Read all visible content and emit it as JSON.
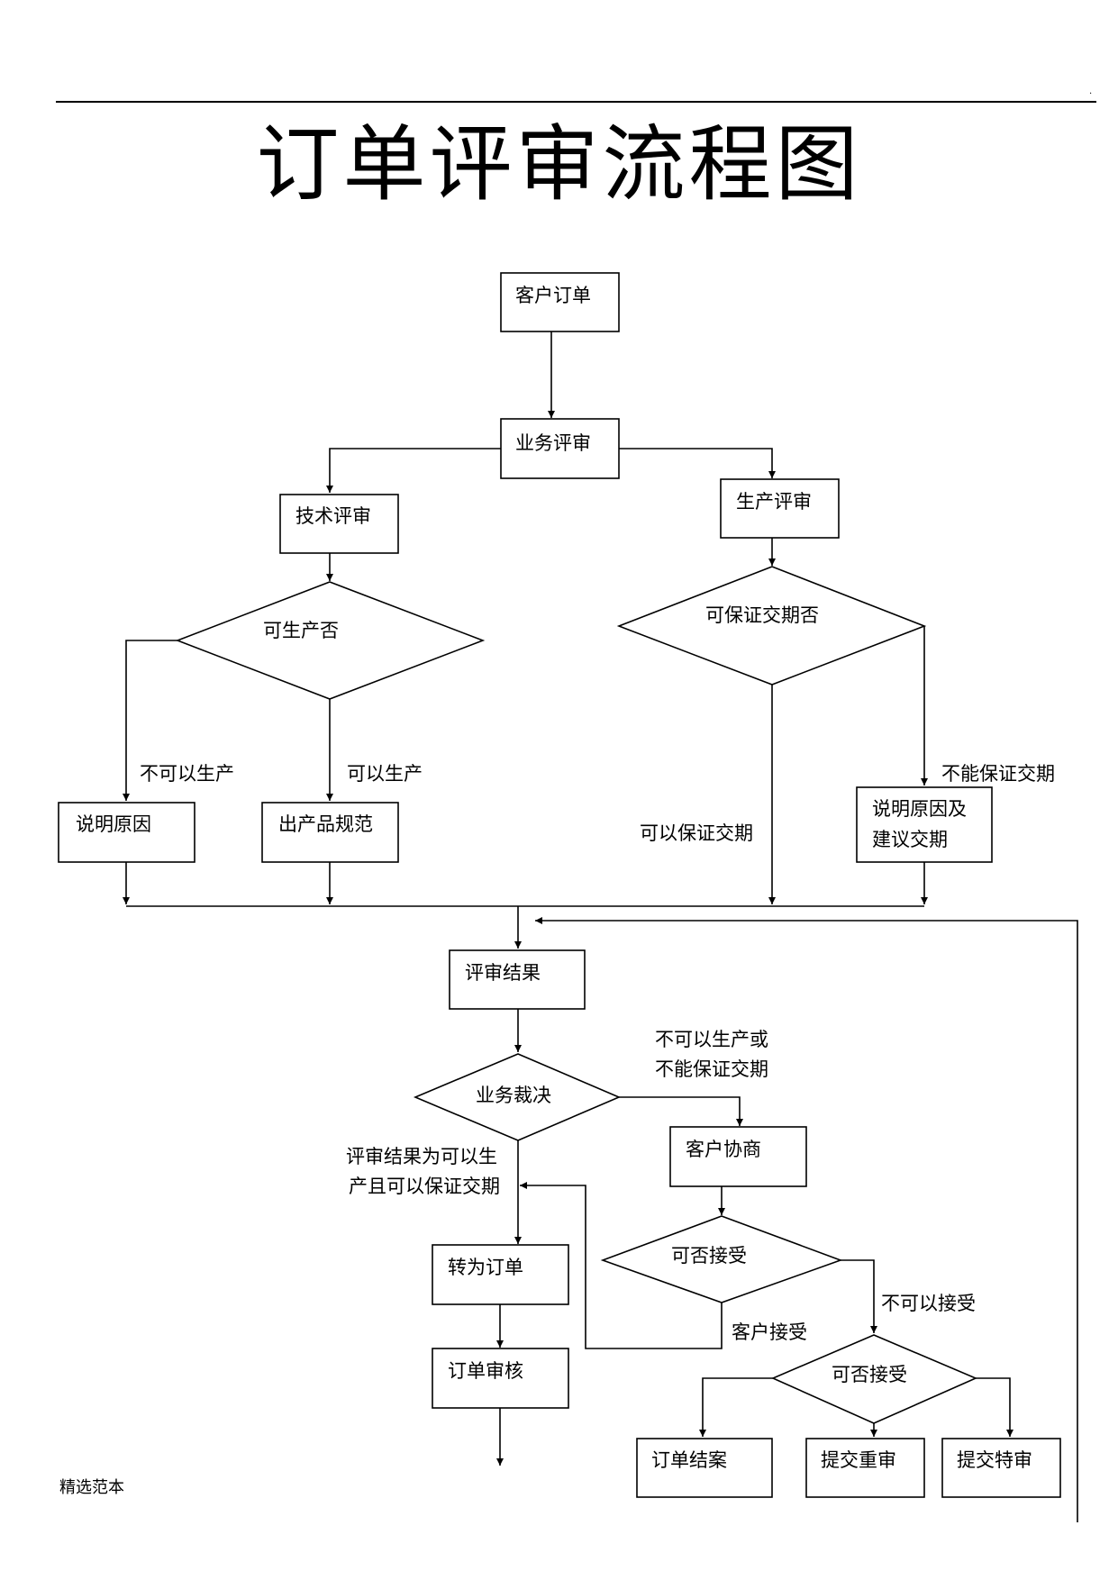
{
  "page": {
    "title": "订单评审流程图",
    "corner_mark": ".",
    "footer": "精选范本"
  },
  "nodes": {
    "customer_order": "客户订单",
    "business_review": "业务评审",
    "tech_review": "技术评审",
    "production_review": "生产评审",
    "can_produce": "可生产否",
    "can_guarantee_date": "可保证交期否",
    "explain_reason": "说明原因",
    "product_spec": "出产品规范",
    "explain_reason_suggest_line1": "说明原因及",
    "explain_reason_suggest_line2": "建议交期",
    "review_result": "评审结果",
    "business_decision": "业务裁决",
    "customer_negotiation": "客户协商",
    "acceptable_1": "可否接受",
    "convert_to_order": "转为订单",
    "order_audit": "订单审核",
    "acceptable_2": "可否接受",
    "order_closed": "订单结案",
    "submit_re_review": "提交重审",
    "submit_special_review": "提交特审"
  },
  "edge_labels": {
    "cannot_produce": "不可以生产",
    "can_produce_yes": "可以生产",
    "cannot_guarantee": "不能保证交期",
    "can_guarantee": "可以保证交期",
    "neg_line1": "不可以生产或",
    "neg_line2": "不能保证交期",
    "pos_line1": "评审结果为可以生",
    "pos_line2": "产且可以保证交期",
    "customer_accepts": "客户接受",
    "not_acceptable": "不可以接受"
  }
}
